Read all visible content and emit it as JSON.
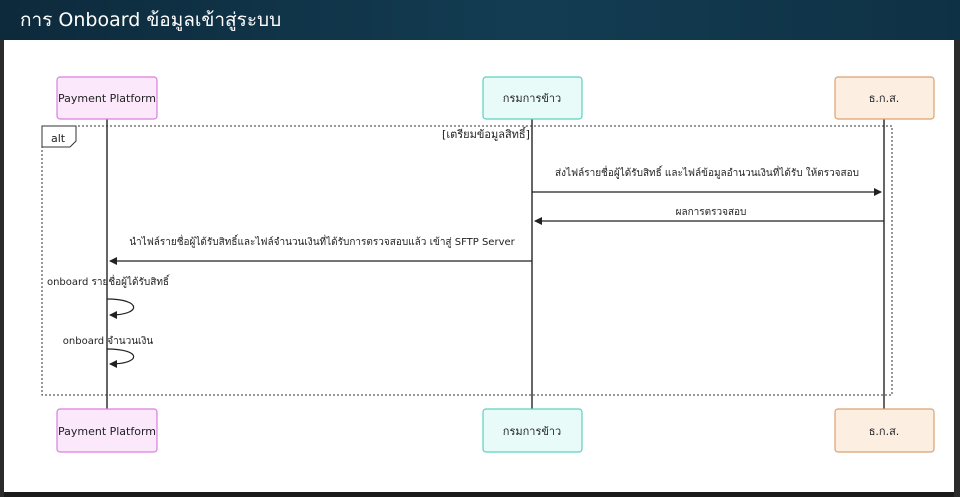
{
  "title": "การ Onboard ข้อมูลเข้าสู่ระบบ",
  "participants": [
    {
      "id": "payment",
      "label": "Payment Platform",
      "fill": "#fbe8fb",
      "stroke": "#d97fe0"
    },
    {
      "id": "dept",
      "label": "กรมการข้าว",
      "fill": "#e8fbf8",
      "stroke": "#5ad0c0"
    },
    {
      "id": "baac",
      "label": "ธ.ก.ส.",
      "fill": "#fdeee2",
      "stroke": "#dca070"
    }
  ],
  "alt_block": {
    "keyword": "alt",
    "condition": "[เตรียมข้อมูลสิทธิ์]"
  },
  "messages": [
    {
      "label": "ส่งไฟล์รายชื่อผู้ได้รับสิทธิ์ และไฟล์ข้อมูลอำนวนเงินที่ได้รับ ให้ตรวจสอบ",
      "from": "dept",
      "to": "baac"
    },
    {
      "label": "ผลการตรวจสอบ",
      "from": "baac",
      "to": "dept"
    },
    {
      "label": "นำไฟล์รายชื่อผู้ได้รับสิทธิ์และไฟล์จำนวนเงินที่ได้รับการตรวจสอบแล้ว เข้าสู่ SFTP Server",
      "from": "dept",
      "to": "payment"
    },
    {
      "label": "onboard รายชื่อผู้ได้รับสิทธิ์",
      "from": "payment",
      "to": "payment"
    },
    {
      "label": "onboard จำนวนเงิน",
      "from": "payment",
      "to": "payment"
    }
  ]
}
